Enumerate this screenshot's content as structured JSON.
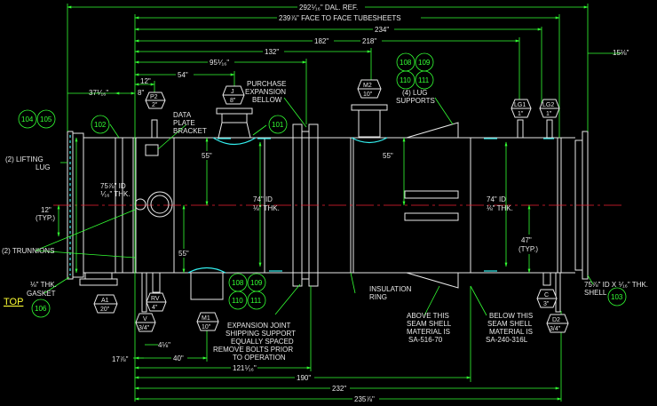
{
  "dims": {
    "dal_ref": "292⅟₁₆\" DAL. REF.",
    "face_to_face": "239⅞\" FACE TO FACE TUBESHEETS",
    "d234": "234\"",
    "d218": "218\"",
    "d182": "182\"",
    "d132": "132\"",
    "d95": "95⅟₁₆\"",
    "d54": "54\"",
    "d12": "12\"",
    "d8": "8\"",
    "d37": "37⅟₁₆\"",
    "d15": "15⅛\"",
    "d55a": "55\"",
    "d55b": "55\"",
    "d55c": "55\"",
    "d47": "47\"",
    "d47_typ": "(TYP.)",
    "d12_typ_a": "12\"",
    "d12_typ_b": "(TYP.)",
    "d4": "4⅛\"",
    "d17": "17⅞\"",
    "d40": "40\"",
    "d121": "121⅟₁₆\"",
    "d190": "190\"",
    "d232": "232\"",
    "d235": "235⅞\""
  },
  "labels": {
    "purchase": "PURCHASE",
    "expansion": "EXPANSION",
    "bellow": "BELLOW",
    "lug_count": "(4) LUG",
    "lug_supports": "SUPPORTS",
    "data_plate_1": "DATA",
    "data_plate_2": "PLATE",
    "data_plate_3": "BRACKET",
    "lifting_1": "(2) LIFTING",
    "lifting_2": "LUG",
    "trunnions": "(2) TRUNNIONS",
    "id_left_1": "75⅞\" ID",
    "id_left_2": "⅟₁₆\" THK.",
    "id_mid_1": "74\" ID",
    "id_mid_2": "⅛\" THK.",
    "id_right_1": "74\" ID",
    "id_right_2": "⅛\" THK.",
    "gasket_1": "⅛\" THK.",
    "gasket_2": "GASKET",
    "top": "TOP",
    "insulation_1": "INSULATION",
    "insulation_2": "RING",
    "expjoint_1": "EXPANSION JOINT",
    "expjoint_2": "SHIPPING SUPPORT",
    "expjoint_3": "EQUALLY SPACED",
    "expjoint_4": "REMOVE BOLTS PRIOR",
    "expjoint_5": "TO OPERATION",
    "above_1": "ABOVE THIS",
    "above_2": "SEAM SHELL",
    "above_3": "MATERIAL IS",
    "above_4": "SA-516-70",
    "below_1": "BELOW THIS",
    "below_2": "SEAM SHELL",
    "below_3": "MATERIAL IS",
    "below_4": "SA-240-316L",
    "shell_1": "75⅞\" ID X ⅟₁₆\" THK.",
    "shell_2": "SHELL"
  },
  "balloons": {
    "b104": "104",
    "b105": "105",
    "b102": "102",
    "b101": "101",
    "b108a": "108",
    "b109a": "109",
    "b110a": "110",
    "b111a": "111",
    "b108b": "108",
    "b109b": "109",
    "b110b": "110",
    "b111b": "111",
    "b106": "106",
    "b103": "103"
  },
  "nozzles": {
    "p2_tag": "P2",
    "p2_size": "2\"",
    "j_tag": "J",
    "j_size": "8\"",
    "m2_tag": "M2",
    "m2_size": "10\"",
    "lg1_tag": "LG1",
    "lg1_size": "1\"",
    "lg2_tag": "LG2",
    "lg2_size": "1\"",
    "a1_tag": "A1",
    "a1_size": "20\"",
    "rv_tag": "RV",
    "rv_size": "4\"",
    "v_tag": "V",
    "v_size": "3/4\"",
    "m1_tag": "M1",
    "m1_size": "10\"",
    "c_tag": "C",
    "c_size": "3\"",
    "d2_tag": "D2",
    "d2_size": "3/4\""
  }
}
